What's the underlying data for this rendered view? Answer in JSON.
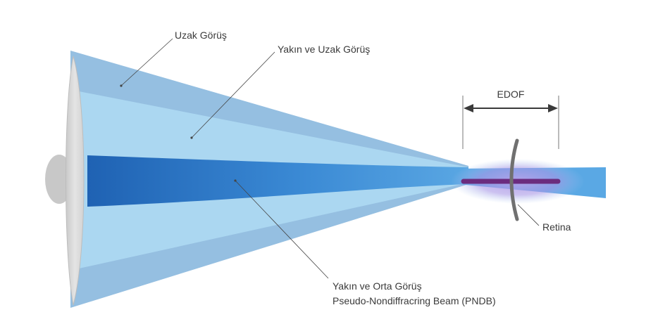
{
  "labels": {
    "far_vision": "Uzak Görüş",
    "near_far_vision": "Yakın ve Uzak Görüş",
    "edof": "EDOF",
    "retina": "Retina",
    "near_mid_vision": "Yakın ve Orta Görüş",
    "pndb": "Pseudo-Nondiffracring Beam (PNDB)"
  },
  "colors": {
    "outer_cone": "#94bfe0",
    "inner_cone": "#a9d7f0",
    "beam_core": "#2a72c0",
    "beam_light": "#4a93d6",
    "focus_glow": "#a58ee0",
    "focus_bar": "#6b2c7e",
    "retina": "#737373",
    "lens": "#dcdcdc",
    "text": "#3a3a3a"
  }
}
